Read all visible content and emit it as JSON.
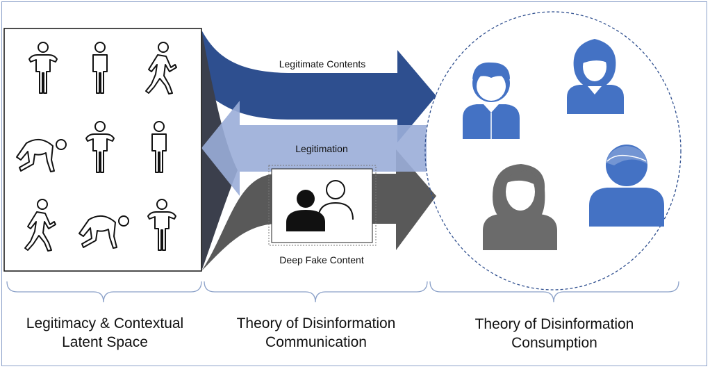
{
  "arrows": {
    "top_label": "Legitimate Contents",
    "middle_label": "Legitimation",
    "bottom_label": "Deep Fake Content"
  },
  "sections": [
    {
      "line1": "Legitimacy & Contextual",
      "line2": "Latent Space"
    },
    {
      "line1": "Theory of Disinformation",
      "line2": "Communication"
    },
    {
      "line1": "Theory of Disinformation",
      "line2": "Consumption"
    }
  ],
  "colors": {
    "navy_arrow": "#2e4f8f",
    "light_arrow": "#9aadd8",
    "gray_arrow": "#595959",
    "person_blue": "#4472c4",
    "person_gray": "#6b6b6b",
    "circle_dash": "#2f4f8f",
    "brace": "#8aa0c8"
  },
  "icons": {
    "latent_space_figures": [
      "person-standing-icon",
      "person-standing-icon",
      "person-walking-icon",
      "person-crawling-icon",
      "person-standing-icon",
      "person-standing-icon",
      "person-walking-icon",
      "person-crawling-icon",
      "person-standing-icon"
    ],
    "deepfake_icon": "two-people-icon",
    "consumers": [
      "boy-avatar-icon",
      "girl-avatar-icon",
      "woman-avatar-icon",
      "man-avatar-icon"
    ]
  }
}
